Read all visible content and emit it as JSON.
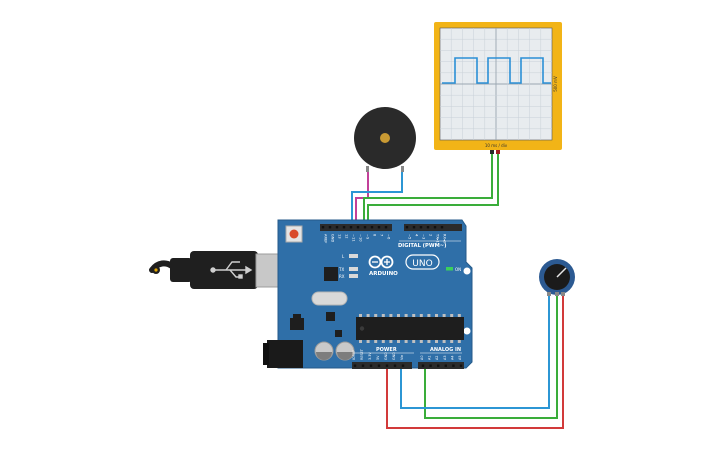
{
  "colors": {
    "board": "#2f6fa8",
    "board_edge": "#245a8a",
    "board_text": "#ffffff",
    "header": "#2b2b2b",
    "chip": "#1e1e1e",
    "scope_frame": "#f2b417",
    "scope_screen": "#e8ecef",
    "scope_grid": "#c9d1d8",
    "scope_wave": "#2a8fd6",
    "buzzer_body": "#2a2a2a",
    "buzzer_center": "#c99a33",
    "pot_body": "#2c5a92",
    "pot_knob": "#1b1b1b",
    "wire_green": "#3aad3a",
    "wire_blue": "#2c96d4",
    "wire_red": "#d23a3a",
    "wire_magenta": "#c2409a",
    "reset_button": "#d94a2a",
    "usb_cable": "#1f1f1f",
    "usb_connector": "#c8c8c8",
    "led_on": "#3bd15a"
  },
  "board": {
    "brand": "ARDUINO",
    "model": "UNO",
    "digital_label": "DIGITAL (PWM~)",
    "power_label": "POWER",
    "analog_label": "ANALOG IN",
    "on_label": "ON",
    "led_l": "L",
    "led_tx": "TX",
    "led_rx": "RX",
    "top_pins": [
      "AREF",
      "GND",
      "13",
      "12",
      "~11",
      "~10",
      "~9",
      "8",
      "7",
      "~6",
      "~5",
      "4",
      "~3",
      "2",
      "TX▸1",
      "RX◂0"
    ],
    "power_pins": [
      "IOREF",
      "RESET",
      "3.3V",
      "5V",
      "GND",
      "GND",
      "Vin"
    ],
    "analog_pins": [
      "A0",
      "A1",
      "A2",
      "A3",
      "A4",
      "A5"
    ]
  },
  "oscilloscope": {
    "bottom_label": "10 ms / div",
    "side_label": "500 mV"
  },
  "icons": {
    "usb": "usb-trident-icon"
  }
}
